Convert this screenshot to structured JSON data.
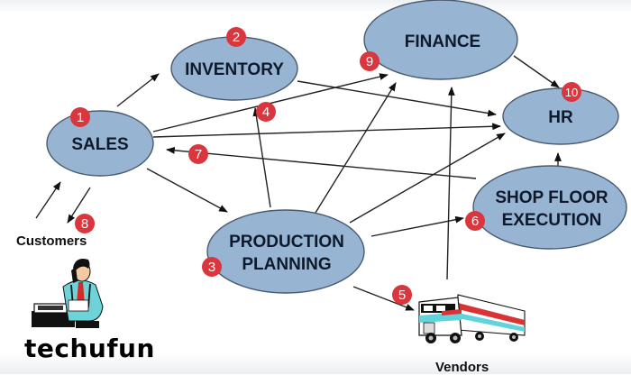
{
  "diagram": {
    "nodes": {
      "sales": {
        "label": "SALES",
        "badge": "1"
      },
      "inventory": {
        "label": "INVENTORY",
        "badge": "2"
      },
      "production": {
        "line1": "PRODUCTION",
        "line2": "PLANNING",
        "badge": "3"
      },
      "finance": {
        "label": "FINANCE",
        "badge": "9"
      },
      "hr": {
        "label": "HR",
        "badge": "10"
      },
      "shopfloor": {
        "line1": "SHOP FLOOR",
        "line2": "EXECUTION",
        "badge": "6"
      }
    },
    "edge_badges": {
      "b4": "4",
      "b5": "5",
      "b7": "7",
      "b8": "8"
    },
    "edges": [
      {
        "from": "sales",
        "to": "inventory"
      },
      {
        "from": "sales",
        "to": "finance"
      },
      {
        "from": "sales",
        "to": "hr"
      },
      {
        "from": "sales",
        "to": "production"
      },
      {
        "from": "inventory",
        "to": "hr"
      },
      {
        "from": "production",
        "to": "inventory"
      },
      {
        "from": "production",
        "to": "finance"
      },
      {
        "from": "production",
        "to": "hr"
      },
      {
        "from": "production",
        "to": "shopfloor"
      },
      {
        "from": "production",
        "to": "vendors"
      },
      {
        "from": "vendors",
        "to": "finance"
      },
      {
        "from": "finance",
        "to": "hr"
      },
      {
        "from": "shopfloor",
        "to": "hr"
      },
      {
        "from": "shopfloor",
        "to": "sales"
      },
      {
        "from": "customers",
        "to": "sales"
      },
      {
        "from": "sales",
        "to": "customers"
      }
    ],
    "customers_label": "Customers",
    "vendors_label": "Vendors",
    "colors": {
      "node_fill": "#97b5d3",
      "badge": "#d9363e"
    }
  },
  "brand": "techufun"
}
